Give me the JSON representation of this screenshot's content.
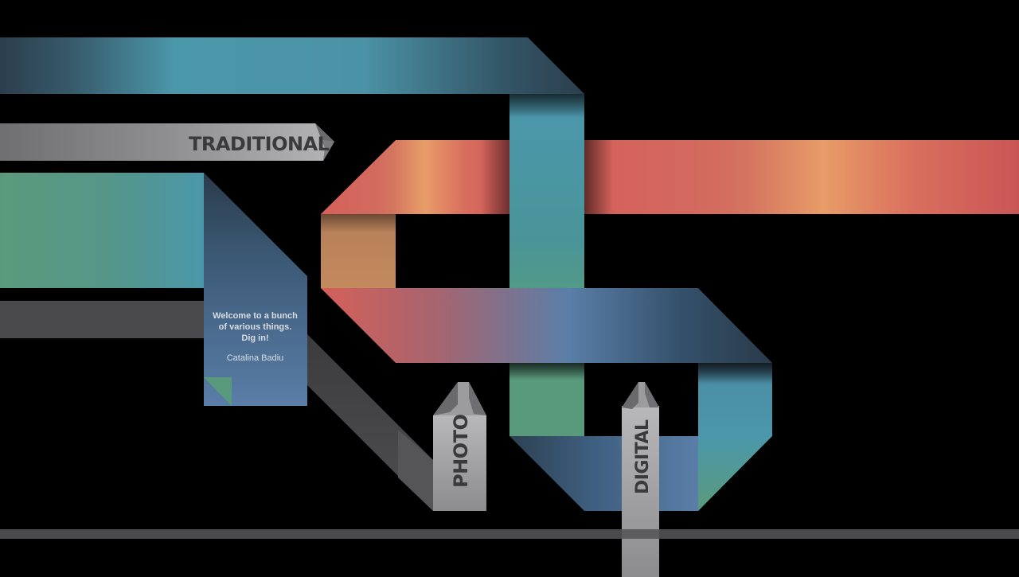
{
  "nav": {
    "traditional": "TRADITIONAL",
    "photo": "PHOTO",
    "digital": "DIGITAL"
  },
  "intro": {
    "line1": "Welcome to a bunch",
    "line2": "of various things.",
    "line3": "Dig in!",
    "author": "Catalina Badiu"
  },
  "colors": {
    "background": "#000000",
    "teal": "#4b97aa",
    "coral": "#d4605a",
    "orange": "#e89c68",
    "green": "#5a9a7c",
    "slate_blue": "#5a7ea8",
    "dark_navy": "#2c3e4d",
    "gray_ribbon": "#4a4a4c",
    "silver": "#a7a7a9"
  }
}
